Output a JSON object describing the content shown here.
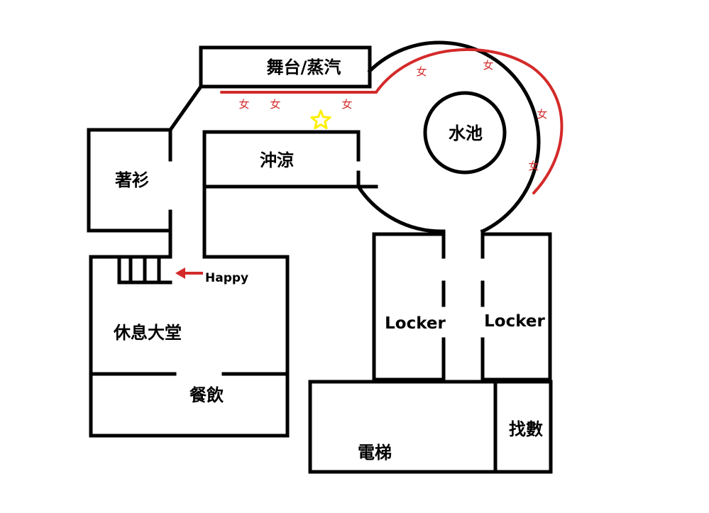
{
  "rooms": {
    "stage": "舞台/蒸汽",
    "pool": "水池",
    "cooldown": "沖涼",
    "changing": "著衫",
    "lounge": "休息大堂",
    "dining": "餐飲",
    "locker_left": "Locker",
    "locker_right": "Locker",
    "lift": "電梯",
    "change_money": "找數"
  },
  "annotations": {
    "entry_label": "Happy",
    "female_marker": "女"
  },
  "colors": {
    "walls": "#000000",
    "path": "#d42a2a",
    "marker": "#d42a2a",
    "star": "#ffee00"
  },
  "icons": {
    "star": "star-icon",
    "arrow": "arrow-left-icon"
  }
}
